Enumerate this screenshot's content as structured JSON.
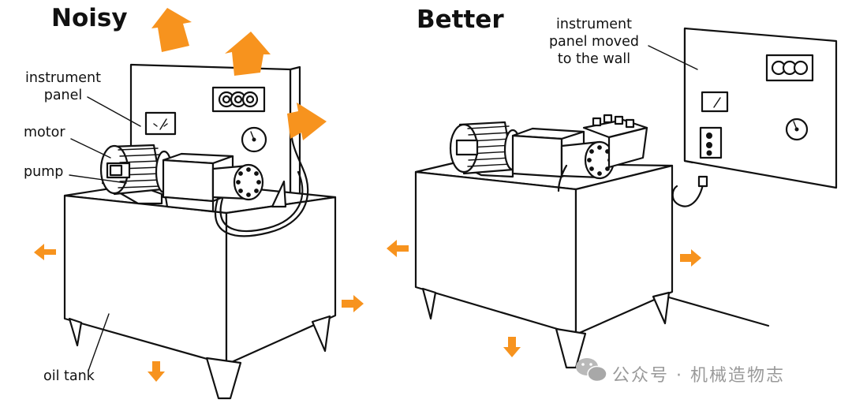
{
  "left_panel": {
    "title": "Noisy",
    "labels": {
      "instrument_panel_line1": "instrument",
      "instrument_panel_line2": "panel",
      "motor": "motor",
      "pump": "pump",
      "oil_tank": "oil tank"
    }
  },
  "right_panel": {
    "title": "Better",
    "labels": {
      "panel_line1": "instrument",
      "panel_line2": "panel moved",
      "panel_line3": "to the wall"
    }
  },
  "watermark": {
    "text": "公众号 · 机械造物志"
  },
  "colors": {
    "arrow": "#f7931e",
    "line": "#111111",
    "background": "#ffffff"
  },
  "icons": [
    "noise-arrow-icon",
    "wechat-icon"
  ]
}
